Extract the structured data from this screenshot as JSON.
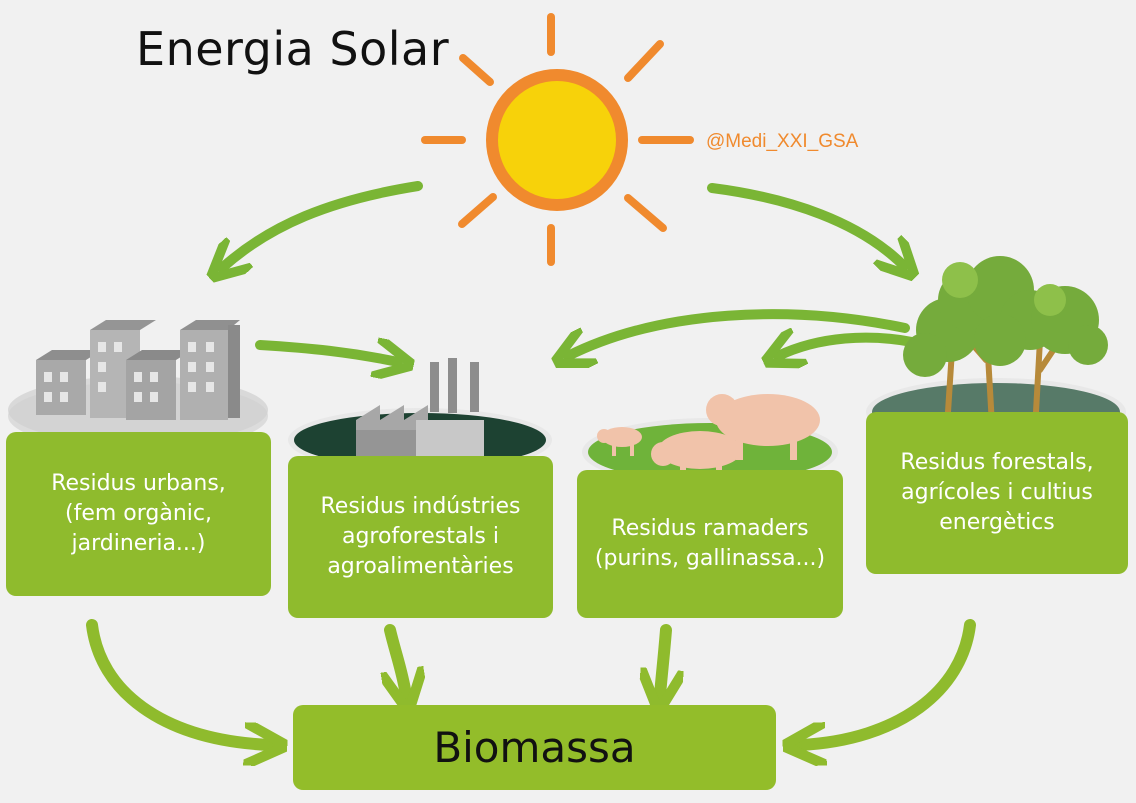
{
  "title": "Energia Solar",
  "credit": "@Medi_XXI_GSA",
  "sources": [
    {
      "label": "Residus urbans,\n(fem orgànic,\njardineria...)",
      "icon": "buildings-icon"
    },
    {
      "label": "Residus indústries\nagroforestals i\nagroalimentàries",
      "icon": "factory-icon"
    },
    {
      "label": "Residus ramaders\n(purins, gallinassa...)",
      "icon": "pigs-icon"
    },
    {
      "label": "Residus forestals,\nagrícoles i cultius\nenergètics",
      "icon": "trees-icon"
    }
  ],
  "result": {
    "label": "Biomassa"
  },
  "colors": {
    "arrow": "#7ab535",
    "card": "#8fbb2d",
    "sun_fill": "#f7d20a",
    "sun_ray": "#f08a2e",
    "credit": "#f08a2e"
  }
}
